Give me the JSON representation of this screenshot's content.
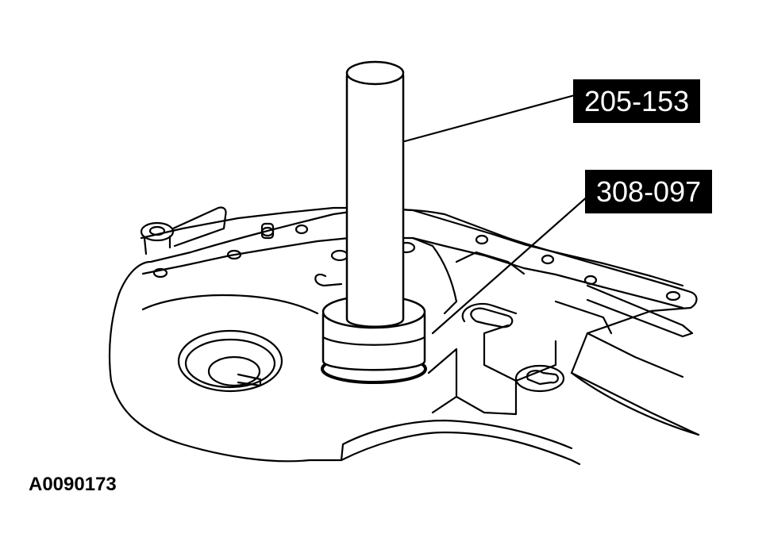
{
  "callouts": [
    {
      "label": "205-153"
    },
    {
      "label": "308-097"
    }
  ],
  "figure_id": "A0090173"
}
